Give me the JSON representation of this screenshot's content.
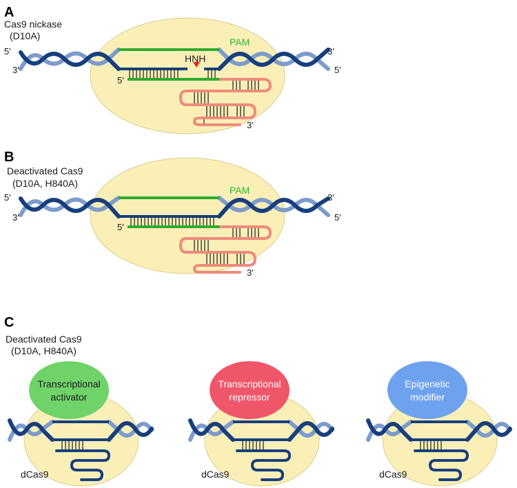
{
  "panels": {
    "a": {
      "letter": "A",
      "title_line1": "Cas9 nickase",
      "title_line2": "(D10A)",
      "pam": "PAM",
      "hnh": "HNH",
      "end_tl": "5′",
      "end_bl": "3′",
      "end_tr": "3′",
      "end_br": "5′",
      "guide_5": "5′",
      "guide_3": "3′"
    },
    "b": {
      "letter": "B",
      "title_line1": "Deactivated Cas9",
      "title_line2": "(D10A, H840A)",
      "pam": "PAM",
      "end_tl": "5′",
      "end_bl": "3′",
      "end_tr": "3′",
      "end_br": "5′",
      "guide_5": "5′",
      "guide_3": "3′"
    },
    "c": {
      "letter": "C",
      "title_line1": "Deactivated Cas9",
      "title_line2": "(D10A, H840A)",
      "effectors": [
        {
          "line1": "Transcriptional",
          "line2": "activator",
          "color": "#6fd36a",
          "text_color": "#1a1a1a",
          "dcas": "dCas9"
        },
        {
          "line1": "Transcriptional",
          "line2": "repressor",
          "color": "#f0566a",
          "text_color": "#ffffff",
          "dcas": "dCas9"
        },
        {
          "line1": "Epigenetic",
          "line2": "modifier",
          "color": "#6fa2ee",
          "text_color": "#ffffff",
          "dcas": "dCas9"
        }
      ]
    }
  },
  "colors": {
    "cas9_body": "#fbefb8",
    "cas9_outline": "#d9cc8a",
    "dna_dark": "#173f7d",
    "dna_light": "#7d9ccb",
    "target_strand": "#2eab2e",
    "guide_rna": "#ef8a7c",
    "hnh_marker": "#e0291e"
  }
}
